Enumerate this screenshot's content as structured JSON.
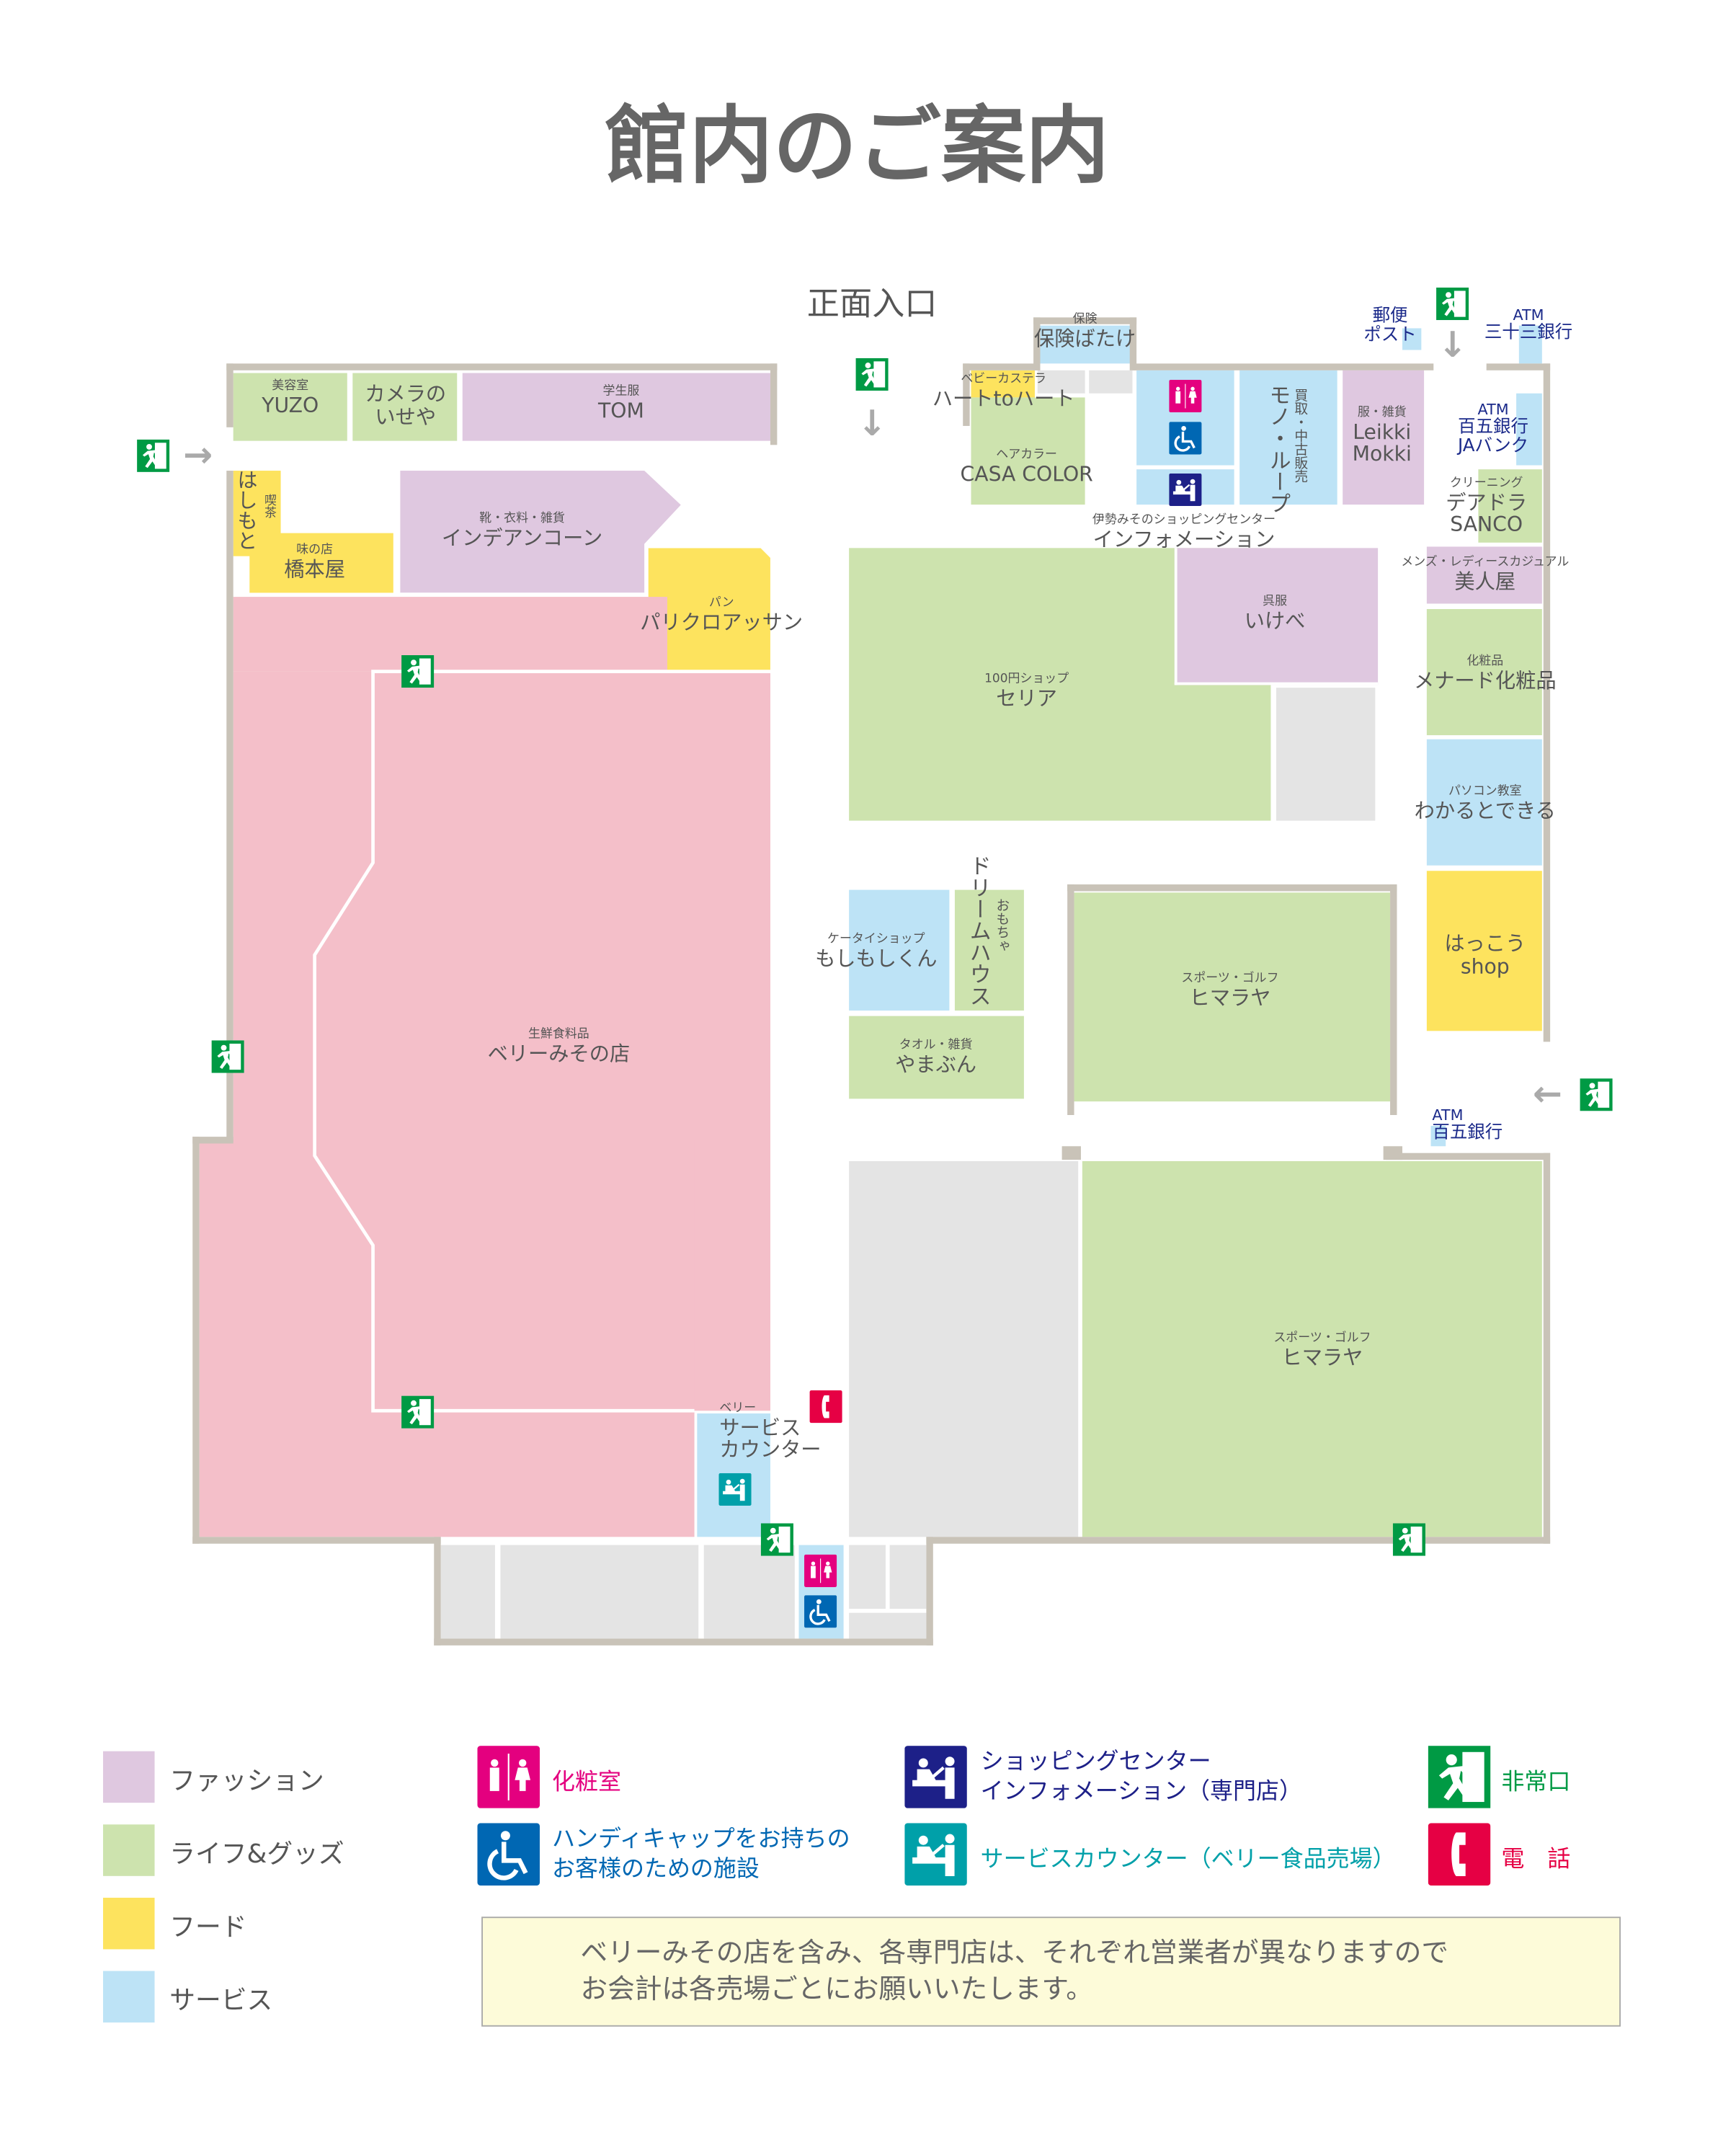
{
  "title": "館内のご案内",
  "entrance": "正面入口",
  "colors": {
    "fashion": "#dfc8e0",
    "life": "#cde3ae",
    "food": "#fde35e",
    "service": "#bde3f6",
    "supermarket": "#f4bfc9",
    "exit": "#009a44",
    "toilet": "#e4007f",
    "accessible": "#0067b3",
    "info": "#1d2088",
    "service_counter": "#00a0a9",
    "phone": "#e60044"
  },
  "stores": {
    "yuzo": {
      "cat": "美容室",
      "name": "YUZO"
    },
    "iseya": {
      "name1": "カメラの",
      "name2": "いせや"
    },
    "tom": {
      "cat": "学生服",
      "name": "TOM"
    },
    "hashimoto": {
      "cat": "喫茶",
      "name": "はしもと"
    },
    "hashimotoya": {
      "cat": "味の店",
      "name": "橋本屋"
    },
    "indian": {
      "cat": "靴・衣料・雑貨",
      "name": "インデアンコーン"
    },
    "pari": {
      "cat": "パン",
      "name": "パリクロアッサン"
    },
    "berry": {
      "cat": "生鮮食料品",
      "name": "ベリーみその店"
    },
    "service_counter": {
      "cat": "ベリー",
      "name1": "サービス",
      "name2": "カウンター"
    },
    "hoken": {
      "cat": "保険",
      "name": "保険ばたけ"
    },
    "heart": {
      "cat": "ベビーカステラ",
      "name": "ハートtoハート"
    },
    "casa": {
      "cat": "ヘアカラー",
      "name": "CASA COLOR"
    },
    "mono": {
      "cat": "買取・中古販売",
      "name": "モノ・ループ"
    },
    "leikki": {
      "cat": "服・雑貨",
      "name1": "Leikki",
      "name2": "Mokki"
    },
    "post": {
      "name1": "郵便",
      "name2": "ポスト"
    },
    "atm33": {
      "cat": "ATM",
      "name": "三十三銀行"
    },
    "ja": {
      "cat": "ATM",
      "name1": "百五銀行",
      "name2": "JAバンク"
    },
    "sanco": {
      "cat": "クリーニング",
      "name1": "デアドラ",
      "name2": "SANCO"
    },
    "info": {
      "cat": "伊勢みそのショッピングセンター",
      "name": "インフォメーション"
    },
    "bijin": {
      "cat": "メンズ・レディースカジュアル",
      "name": "美人屋"
    },
    "menard": {
      "cat": "化粧品",
      "name": "メナード化粧品"
    },
    "wakaru": {
      "cat": "パソコン教室",
      "name": "わかるとできる"
    },
    "hakko": {
      "name1": "はっこう",
      "name2": "shop"
    },
    "seria": {
      "cat": "100円ショップ",
      "name": "セリア"
    },
    "ikebe": {
      "cat": "呉服",
      "name": "いけべ"
    },
    "moshi": {
      "cat": "ケータイショップ",
      "name": "もしもしくん"
    },
    "dream": {
      "cat": "おもちゃ",
      "name": "ドリームハウス"
    },
    "yamabun": {
      "cat": "タオル・雑貨",
      "name": "やまぶん"
    },
    "himalaya1": {
      "cat": "スポーツ・ゴルフ",
      "name": "ヒマラヤ"
    },
    "atm105": {
      "cat": "ATM",
      "name": "百五銀行"
    },
    "himalaya2": {
      "cat": "スポーツ・ゴルフ",
      "name": "ヒマラヤ"
    }
  },
  "legend": {
    "fashion": "ファッション",
    "life": "ライフ&グッズ",
    "food": "フード",
    "service": "サービス",
    "toilet": "化粧室",
    "accessible1": "ハンディキャップをお持ちの",
    "accessible2": "お客様のための施設",
    "info1": "ショッピングセンター",
    "info2": "インフォメーション（専門店）",
    "service_counter": "サービスカウンター（ベリー食品売場）",
    "exit": "非常口",
    "phone": "電　話"
  },
  "notice": {
    "line1": "ベリーみその店を含み、各専門店は、それぞれ営業者が異なりますので",
    "line2": "お会計は各売場ごとにお願いいたします。"
  }
}
